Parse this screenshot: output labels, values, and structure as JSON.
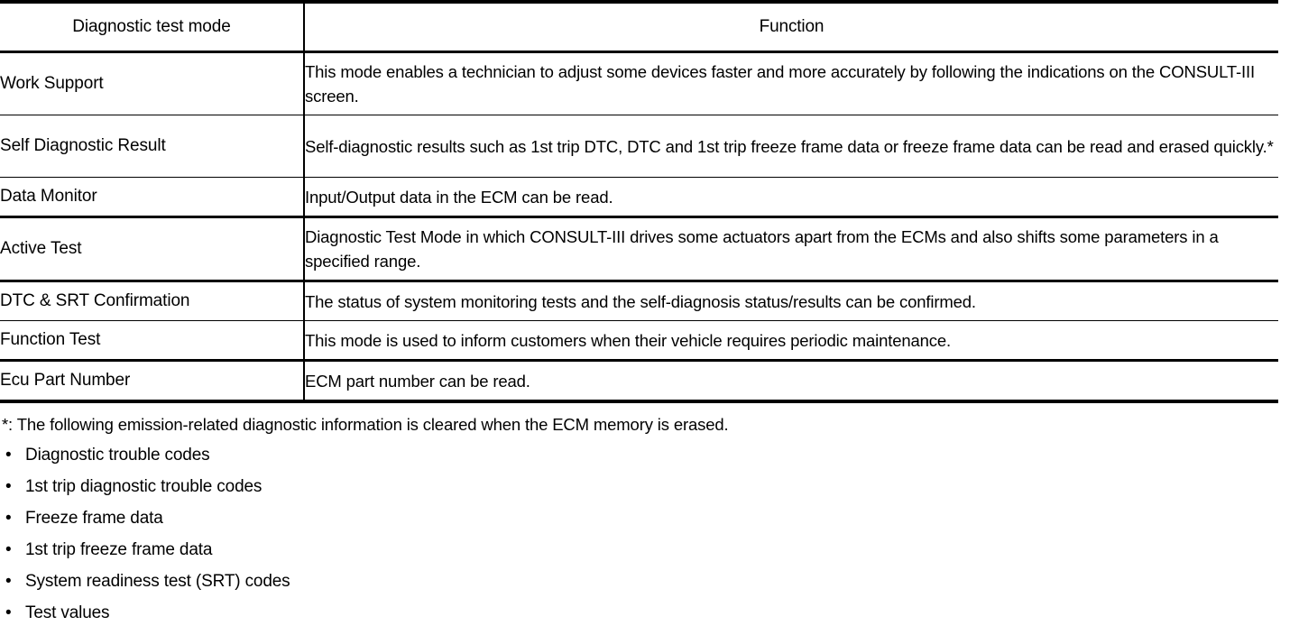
{
  "table": {
    "headers": {
      "mode": "Diagnostic test mode",
      "function": "Function"
    },
    "rows": [
      {
        "mode": "Work Support",
        "function": "This mode enables a technician to adjust some devices faster and more accurately by following the indications on the CONSULT-III screen."
      },
      {
        "mode": "Self Diagnostic Result",
        "function": "Self-diagnostic results such as 1st trip DTC, DTC and 1st trip freeze frame data or freeze frame data can be read and erased quickly.*"
      },
      {
        "mode": "Data Monitor",
        "function": "Input/Output data in the ECM can be read."
      },
      {
        "mode": "Active Test",
        "function": "Diagnostic Test Mode in which CONSULT-III drives some actuators apart from the ECMs and also shifts some parameters in a specified range."
      },
      {
        "mode": "DTC & SRT Confirmation",
        "function": "The status of system monitoring tests and the self-diagnosis status/results can be confirmed."
      },
      {
        "mode": "Function Test",
        "function": "This mode is used to inform customers when their vehicle requires periodic maintenance."
      },
      {
        "mode": "Ecu Part Number",
        "function": "ECM part number can be read."
      }
    ]
  },
  "footnote": "*: The following emission-related diagnostic information is cleared when the ECM memory is erased.",
  "bullet_marker": "•",
  "bullets": [
    "Diagnostic trouble codes",
    "1st trip diagnostic trouble codes",
    "Freeze frame data",
    "1st trip freeze frame data",
    "System readiness test (SRT) codes",
    "Test values"
  ],
  "colors": {
    "text": "#000000",
    "background": "#ffffff",
    "rule": "#000000"
  }
}
